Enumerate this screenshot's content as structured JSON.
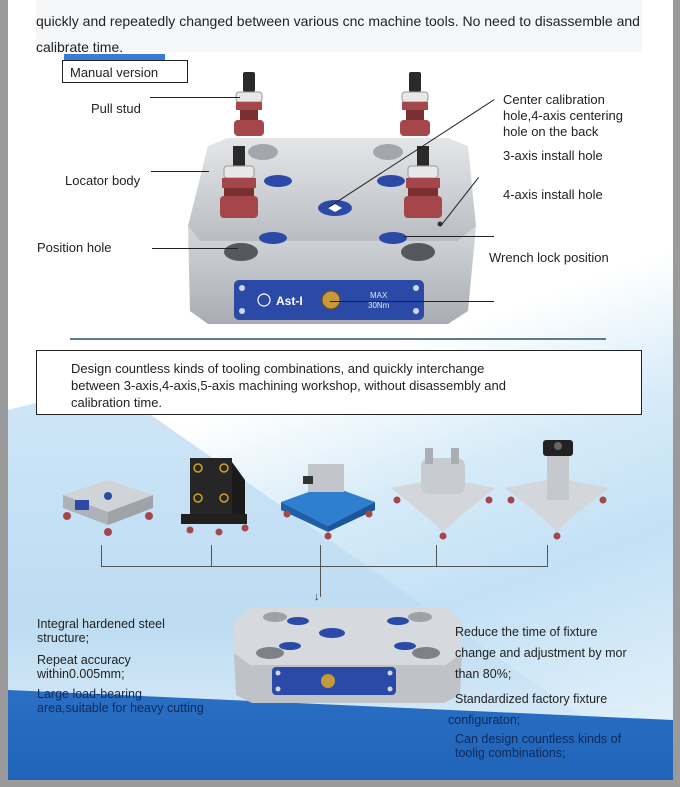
{
  "intro": {
    "line1": "quickly and repeatedly changed between various cnc machine tools. No need to disassemble and",
    "line2": "calibrate time."
  },
  "manual_version_label": "Manual version",
  "diagram_labels": {
    "pull_stud": "Pull stud",
    "locator_body": "Locator body",
    "position_hole": "Position hole",
    "center_calibration": [
      "Center calibration",
      "hole,4-axis centering",
      "hole on the back"
    ],
    "three_axis_hole": "3-axis install hole",
    "four_axis_hole": "4-axis install hole",
    "wrench_lock": "Wrench lock position"
  },
  "device_plate": {
    "brand": "Ast-I",
    "torque_line1": "MAX",
    "torque_line2": "30Nm"
  },
  "info_box": {
    "line1": "Design countless kinds of tooling combinations, and quickly interchange",
    "line2": "between 3-axis,4-axis,5-axis machining workshop, without disassembly and",
    "line3": "calibration time."
  },
  "fixtures": [
    {
      "name": "square-base-fixture",
      "color": "#c9ccd1"
    },
    {
      "name": "angle-plate-fixture",
      "color": "#222222"
    },
    {
      "name": "vise-on-blue-base-fixture",
      "color": "#2f7fd0"
    },
    {
      "name": "three-jaw-chuck-fixture",
      "color": "#d3d6da"
    },
    {
      "name": "collet-chuck-fixture",
      "color": "#d3d6da"
    }
  ],
  "features_left": [
    {
      "line1": "Integral hardened steel",
      "line2": "structure;"
    },
    {
      "line1": "Repeat accuracy",
      "line2": "within0.005mm;"
    },
    {
      "line1": "Large load-bearing",
      "line2": "area,suitable for heavy cutting"
    }
  ],
  "features_right": [
    {
      "line1": "Reduce the time of fixture",
      "line2": "change and adjustment by mor",
      "line3": "than 80%;"
    },
    {
      "line1": "Standardized factory fixture",
      "line2": "configuraton;"
    },
    {
      "line1": "Can design countless kinds of",
      "line2": "toolig combinations;"
    }
  ],
  "colors": {
    "accent_blue": "#3a7bd5",
    "plate_blue": "#2b4aa8",
    "stud_red": "#a5474a",
    "footer_blue": "#1f64b9"
  }
}
